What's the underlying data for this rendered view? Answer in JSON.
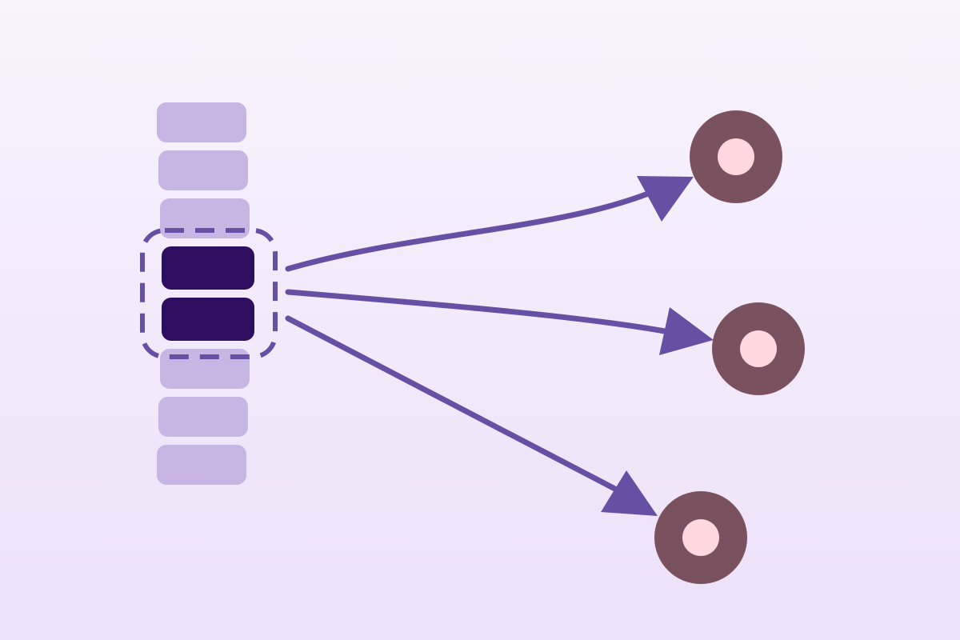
{
  "colors": {
    "background_top": "#F8F3FD",
    "background_bottom": "#EDE1F8",
    "block_inactive": "#C7B5E3",
    "block_selected": "#2E0E5E",
    "selection_outline": "#6750A4",
    "arrow": "#6750A4",
    "target_ring": "#7A525F",
    "target_center": "#FFD8E0"
  },
  "stack": {
    "block_count": 8,
    "blocks": [
      {
        "state": "inactive"
      },
      {
        "state": "inactive"
      },
      {
        "state": "inactive"
      },
      {
        "state": "selected"
      },
      {
        "state": "selected"
      },
      {
        "state": "inactive"
      },
      {
        "state": "inactive"
      },
      {
        "state": "inactive"
      }
    ],
    "selection": {
      "style": "dashed",
      "covers_blocks": [
        3,
        4
      ]
    }
  },
  "arrows": [
    {
      "from": "selection",
      "to": "target-1"
    },
    {
      "from": "selection",
      "to": "target-2"
    },
    {
      "from": "selection",
      "to": "target-3"
    }
  ],
  "targets": [
    {
      "id": "target-1",
      "icon": "ring-dot-icon"
    },
    {
      "id": "target-2",
      "icon": "ring-dot-icon"
    },
    {
      "id": "target-3",
      "icon": "ring-dot-icon"
    }
  ]
}
